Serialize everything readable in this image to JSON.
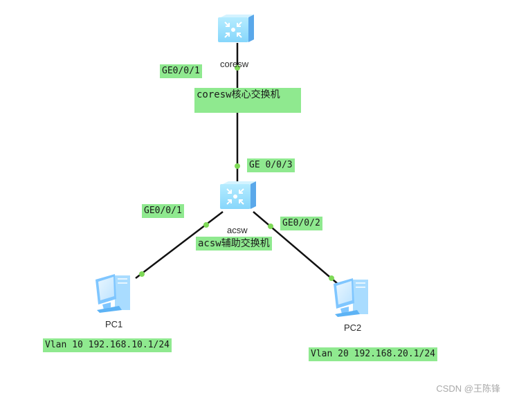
{
  "devices": {
    "coresw": {
      "name": "coresw",
      "type": "switch-icon"
    },
    "acsw": {
      "name": "acsw",
      "type": "switch-icon"
    },
    "pc1": {
      "name": "PC1",
      "type": "pc-icon"
    },
    "pc2": {
      "name": "PC2",
      "type": "pc-icon"
    }
  },
  "ports": {
    "coresw_down": "GE0/0/1",
    "acsw_up": "GE 0/0/3",
    "acsw_left": "GE0/0/1",
    "acsw_right": "GE0/0/2"
  },
  "annotations": {
    "coresw_desc": "coresw核心交换机",
    "acsw_desc": "acsw辅助交换机",
    "pc1_vlan": "Vlan 10 192.168.10.1/24",
    "pc2_vlan": "Vlan 20 192.168.20.1/24"
  },
  "colors": {
    "label_bg": "#8fe98f",
    "link": "#111111",
    "port_dot": "#7ed957",
    "device_blue": "#8fd8ff"
  },
  "watermark": "CSDN @王陈锋"
}
